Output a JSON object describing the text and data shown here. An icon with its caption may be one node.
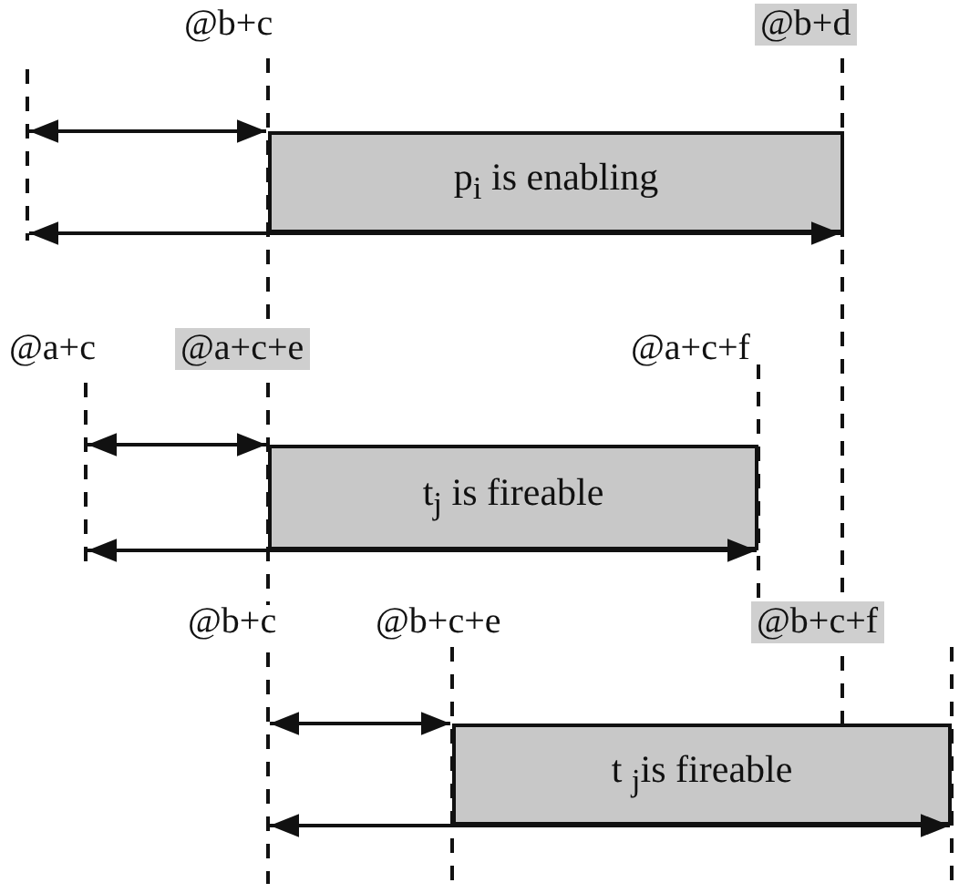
{
  "diagram": {
    "nodes": [
      {
        "text": [
          "p$_{i}$ is enabling"
        ]
      },
      {
        "text": [
          "t$_{j}$ is fireable"
        ]
      },
      {
        "text": [
          "t $_{j}$is fireable"
        ]
      }
    ],
    "labels": [
      "@b+c",
      "@b+d",
      "@a+c",
      "@a+c+e",
      "@a+c+f",
      "@b+c",
      "@b+c+e",
      "@b+c+f"
    ]
  }
}
